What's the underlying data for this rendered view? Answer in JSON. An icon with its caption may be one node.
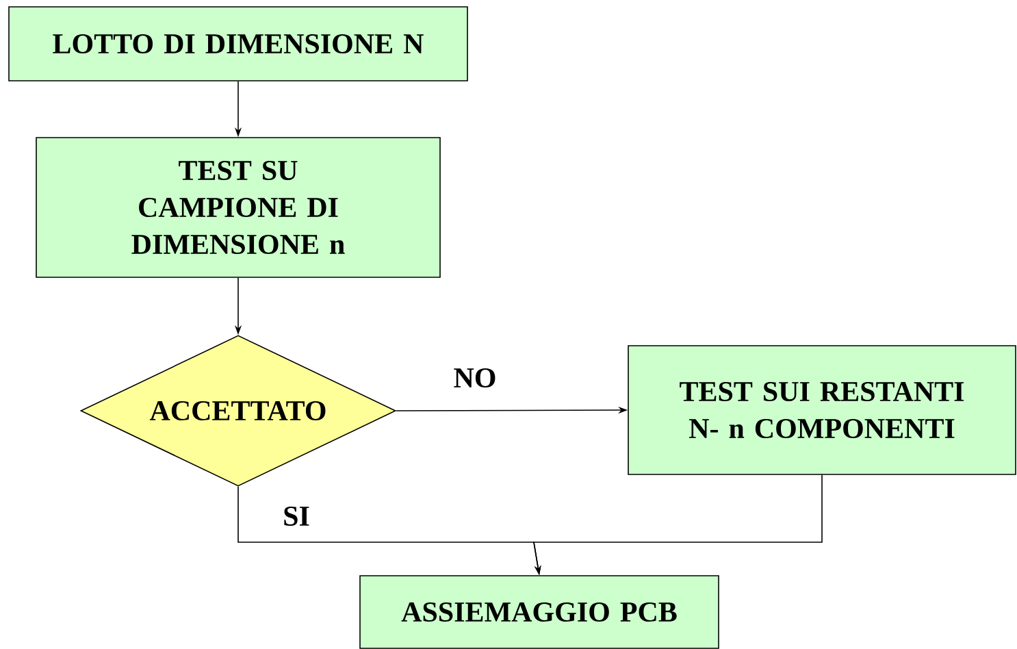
{
  "diagram": {
    "nodes": [
      {
        "text": [
          "LOTTO DI DIMENSIONE N"
        ]
      },
      {
        "text": [
          "TEST SU CAMPIONE DI DIMENSIONE n"
        ]
      },
      {
        "text": [
          "ACCETTATO"
        ]
      },
      {
        "text": [
          "TEST SUI RESTANTI N- n COMPONENTI"
        ]
      },
      {
        "text": [
          "ASSIEMAGGIO PCB"
        ]
      }
    ],
    "edges": [
      {
        "from": 0,
        "to": 1,
        "arrow": "to"
      },
      {
        "from": 1,
        "to": 2,
        "arrow": "to"
      },
      {
        "from": 2,
        "to": 3,
        "arrow": "to",
        "label": "NO"
      },
      {
        "from": 2,
        "to": 4,
        "arrow": "to",
        "label": "SI"
      },
      {
        "from": 3,
        "to": 4,
        "arrow": "to"
      }
    ]
  }
}
